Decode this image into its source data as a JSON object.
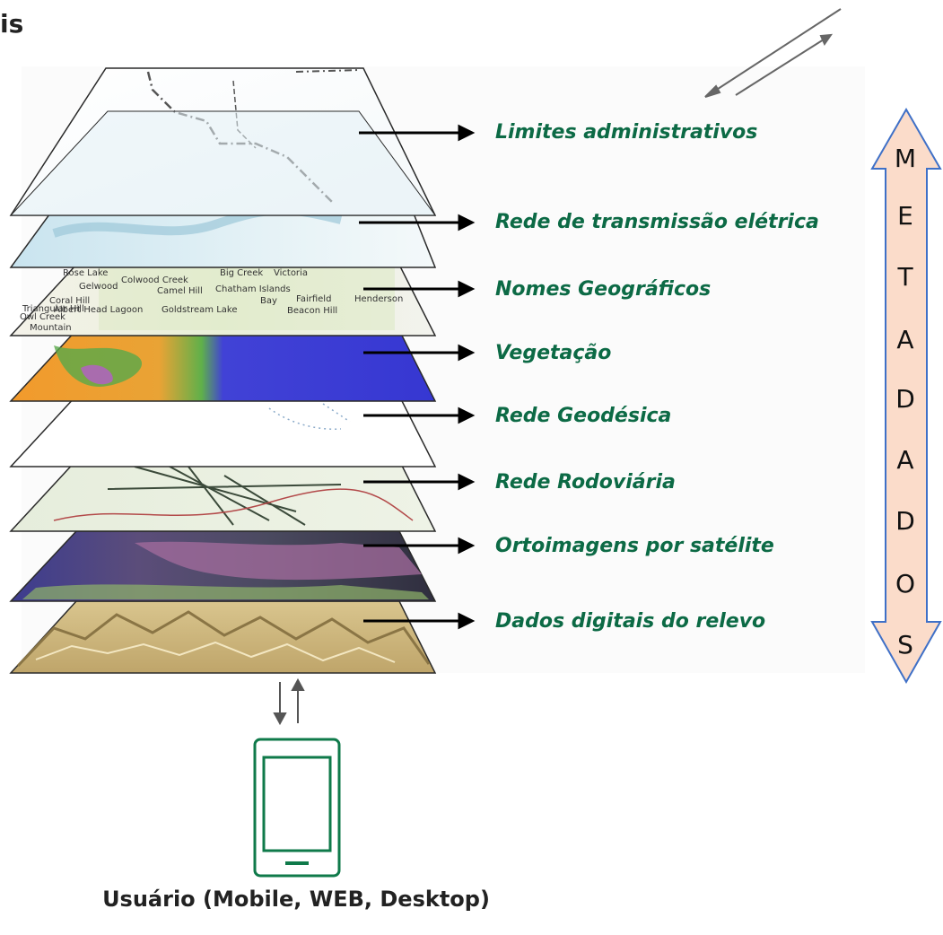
{
  "title_fragment": "is",
  "layers": [
    {
      "label": "Limites administrativos",
      "theme": "administrative-boundaries"
    },
    {
      "label": "Rede de transmissão elétrica",
      "theme": "power-grid"
    },
    {
      "label": "Nomes Geográficos",
      "theme": "place-names"
    },
    {
      "label": "Vegetação",
      "theme": "vegetation"
    },
    {
      "label": "Rede Geodésica",
      "theme": "geodetic-network"
    },
    {
      "label": "Rede Rodoviária",
      "theme": "road-network"
    },
    {
      "label": "Ortoimagens por satélite",
      "theme": "satellite-orthoimagery"
    },
    {
      "label": "Dados digitais do relevo",
      "theme": "digital-elevation"
    }
  ],
  "map_labels": [
    "Rose Lake",
    "Colwood Creek",
    "Camel Hill",
    "Big Creek",
    "Victoria",
    "Gelwood",
    "Coral Hill",
    "Triangular Hill",
    "Owl Creek",
    "Albert Head Lagoon",
    "Goldstream Lake",
    "Fairfield",
    "Beacon Hill",
    "Chatham Islands",
    "Bay",
    "Henderson",
    "Mountain"
  ],
  "metadata_letters": [
    "M",
    "E",
    "T",
    "A",
    "D",
    "A",
    "D",
    "O",
    "S"
  ],
  "device_icon": "mobile-device-icon",
  "user_label": "Usuário (Mobile, WEB, Desktop)",
  "colors": {
    "label_green": "#0c6a45",
    "metadata_fill": "#fbdcca",
    "metadata_stroke": "#3f70c7",
    "device_stroke": "#0f7a4a"
  }
}
